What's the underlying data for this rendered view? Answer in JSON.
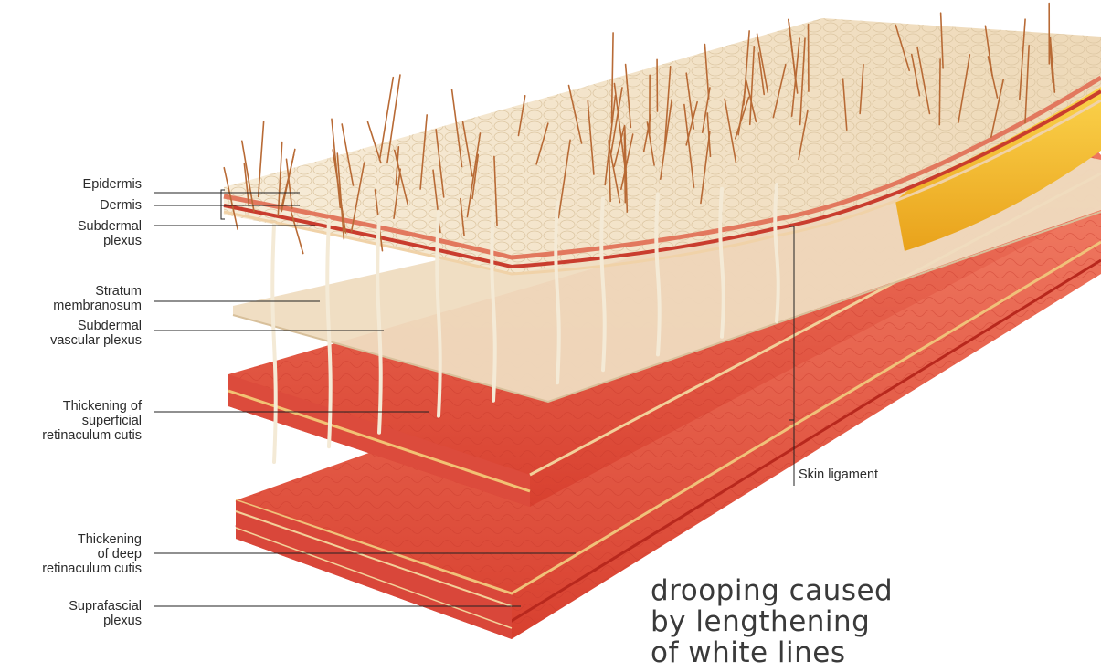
{
  "labels": {
    "epidermis": "Epidermis",
    "dermis": "Dermis",
    "subdermal_plexus": "Subdermal\nplexus",
    "stratum_membranosum": "Stratum\nmembranosum",
    "subdermal_vascular_plexus": "Subdermal\nvascular plexus",
    "superficial_retinaculum": "Thickening of\nsuperficial\nretinaculum cutis",
    "deep_retinaculum": "Thickening\nof deep\nretinaculum cutis",
    "suprafascial_plexus": "Suprafascial\nplexus",
    "skin_ligament": "Skin ligament"
  },
  "caption": "drooping caused\nby lengthening\nof white lines",
  "colors": {
    "epidermis": "#f3e6cf",
    "dermis_red": "#d94a3a",
    "tissue": "#e85a48",
    "fascia": "#f1dcc0",
    "fat": "#f2b52a",
    "label_text": "#2b2b2b",
    "leader_line": "#222222"
  }
}
